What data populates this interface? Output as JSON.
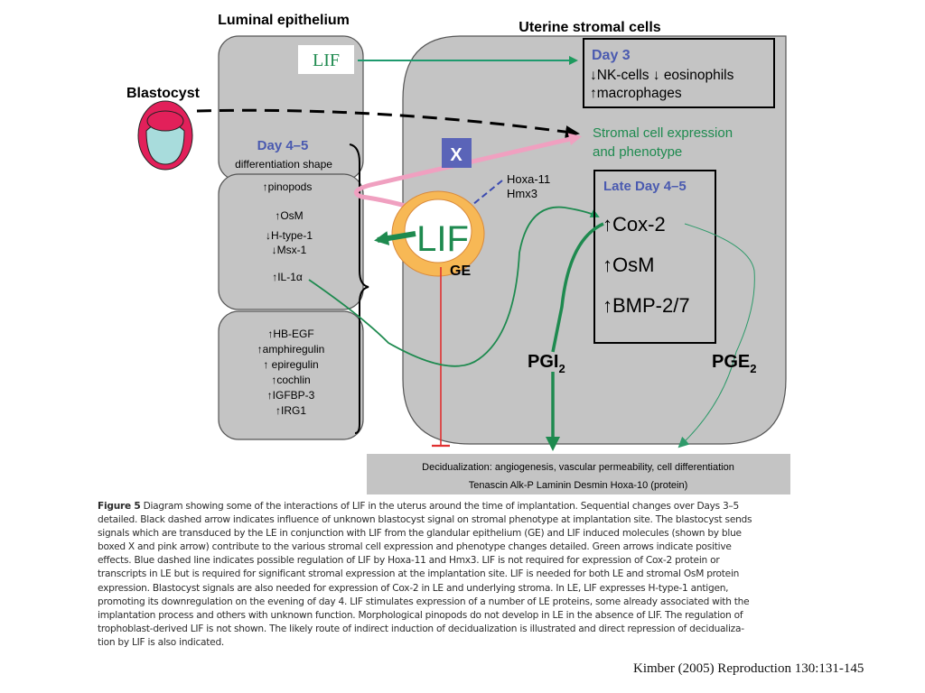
{
  "titles": {
    "luminal": "Luminal epithelium",
    "stromal": "Uterine stromal cells",
    "blastocyst": "Blastocyst"
  },
  "luminal": {
    "lif_box": "LIF",
    "day_label": "Day 4–5",
    "differentiation": "differentiation shape",
    "box2": [
      "↑pinopods",
      "↑OsM",
      "↓H-type-1",
      "↓Msx-1",
      "↑IL-1α"
    ],
    "box3": [
      "↑HB-EGF",
      "↑amphiregulin",
      "↑ epiregulin",
      "↑cochlin",
      "↑IGFBP-3",
      "↑IRG1"
    ]
  },
  "stromal": {
    "day3": {
      "title": "Day 3",
      "line1": "↓NK-cells ↓ eosinophils",
      "line2": "↑macrophages"
    },
    "expression": [
      "Stromal cell expression",
      "and phenotype"
    ],
    "x_box": "X",
    "hoxa": [
      "Hoxa-11",
      "Hmx3"
    ],
    "gland": {
      "label": "LIF",
      "ge": "GE"
    },
    "late": {
      "title": "Late Day 4–5",
      "items": [
        "↑Cox-2",
        "↑OsM",
        "↑BMP-2/7"
      ]
    },
    "pgi": {
      "base": "PGI",
      "sub": "2"
    },
    "pge": {
      "base": "PGE",
      "sub": "2"
    }
  },
  "decidualization": {
    "line1": "Decidualization: angiogenesis, vascular permeability, cell  differentiation",
    "line2": "Tenascin  Alk-P  Laminin  Desmin  Hoxa-10 (protein)"
  },
  "colors": {
    "green": "#1e8a4f",
    "pink": "#f0a0c0",
    "blue_label": "#4a5ab0",
    "x_box": "#5a64b8",
    "gland_ring": "#f7b855",
    "blastocyst_outer": "#e2205a",
    "blastocyst_inner": "#a8dcdc",
    "red_inhibit": "#e03030",
    "panel_gray": "#c4c4c4"
  },
  "caption": {
    "figure_label": "Figure 5",
    "lines": [
      " Diagram showing some of the interactions of LIF in the uterus around the time of implantation. Sequential changes over Days 3–5",
      "detailed. Black dashed arrow indicates influence of unknown blastocyst signal on stromal phenotype at implantation site. The blastocyst sends",
      "signals which are transduced by the LE in conjunction with LIF from the glandular epithelium (GE) and LIF induced molecules (shown by blue",
      "boxed X and pink arrow) contribute to the various stromal cell expression and phenotype changes detailed. Green arrows indicate positive",
      "effects. Blue dashed line indicates possible regulation of LIF by Hoxa-11 and Hmx3. LIF is not required for expression of Cox-2 protein or",
      "transcripts in LE but is required for significant stromal expression at the implantation site. LIF is needed for both LE and stromal OsM protein",
      "expression. Blastocyst signals are also needed for expression of Cox-2 in LE and underlying stroma. In LE, LIF expresses H-type-1 antigen,",
      "promoting its downregulation on the evening of day 4. LIF stimulates expression of a number of LE proteins, some already associated with the",
      "implantation process and others with unknown function. Morphological pinopods do not develop in LE in the absence of LIF.  The regulation of",
      "trophoblast-derived LIF is not shown. The likely route of indirect induction of decidualization is illustrated and direct repression of decidualiza-",
      "tion by LIF is also indicated."
    ]
  },
  "citation": "Kimber (2005) Reproduction 130:131-145"
}
